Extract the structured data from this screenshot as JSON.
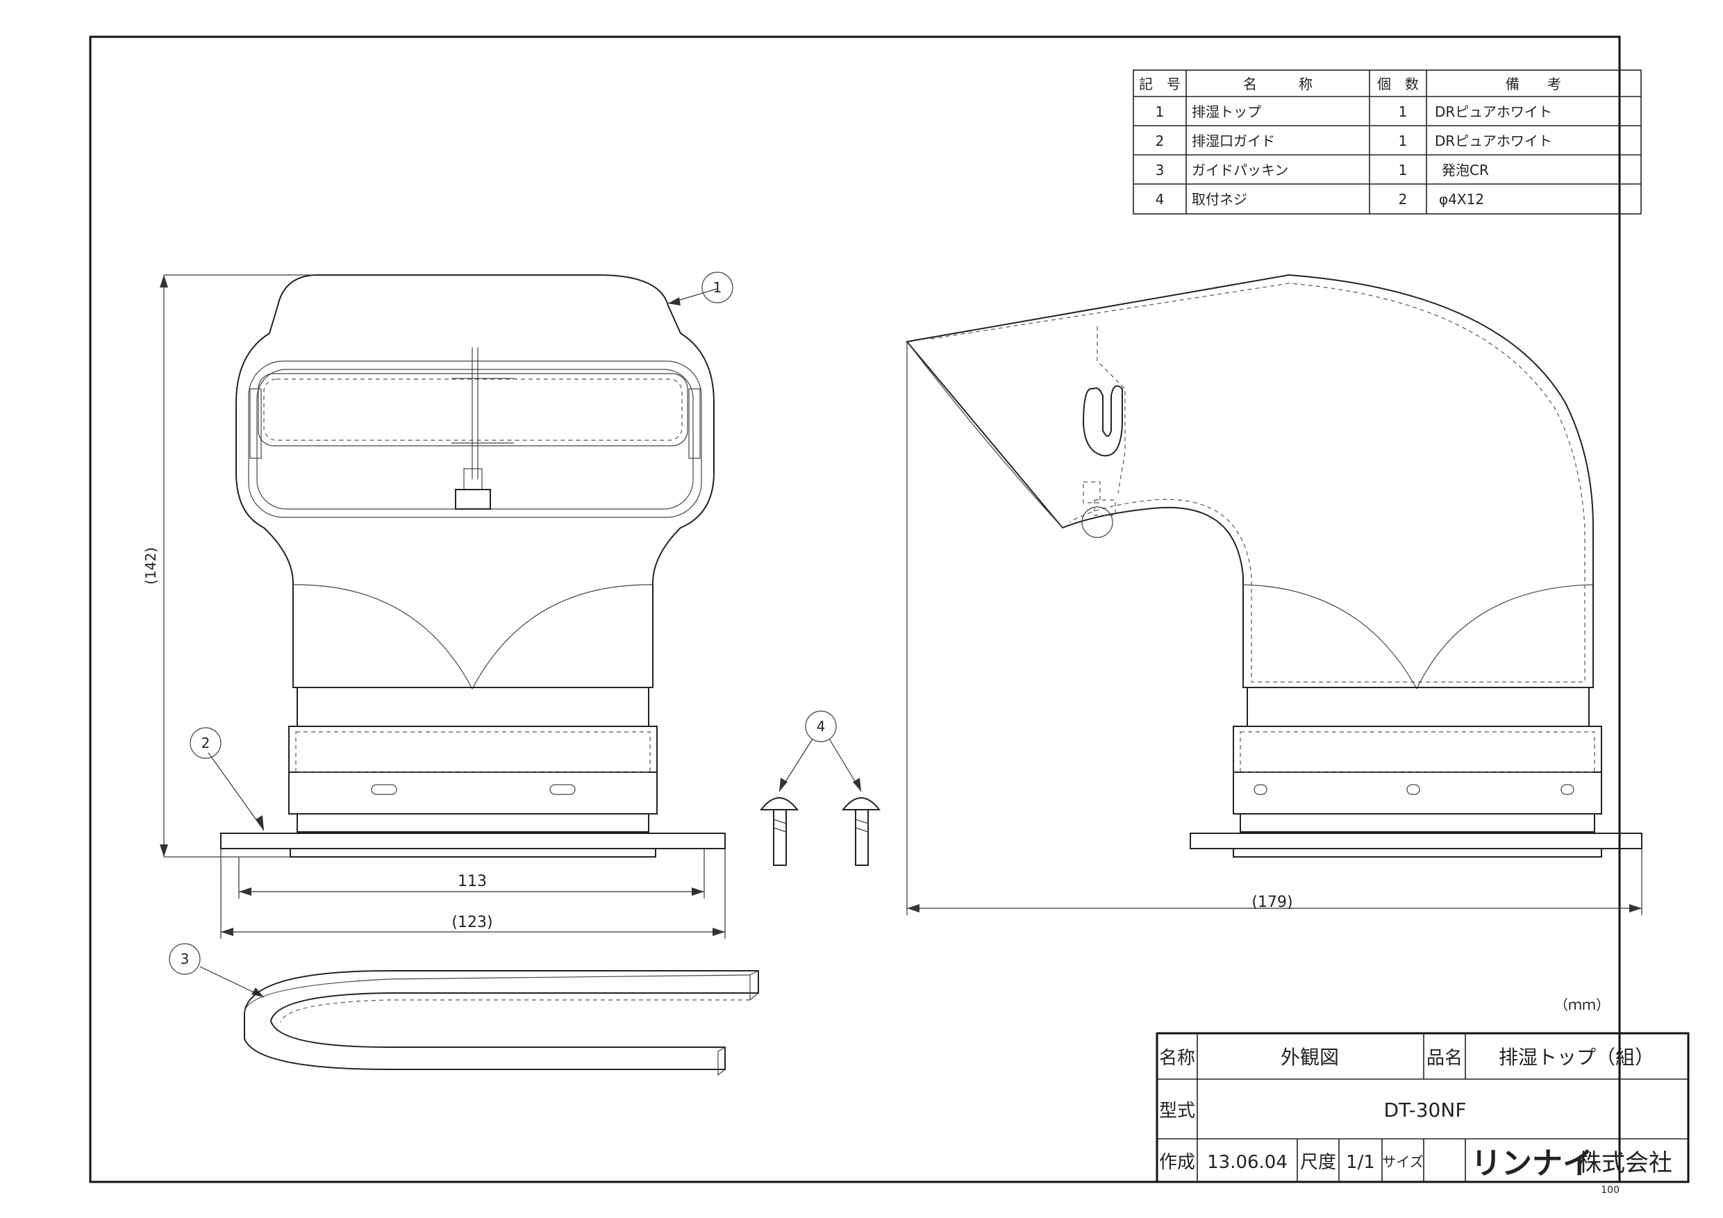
{
  "parts_table": {
    "headers": {
      "no": "記　号",
      "name": "名　　　称",
      "qty": "個　数",
      "note": "備　　考"
    },
    "rows": [
      {
        "no": "1",
        "name": "排湿トップ",
        "qty": "1",
        "note": "DRピュアホワイト"
      },
      {
        "no": "2",
        "name": "排湿口ガイド",
        "qty": "1",
        "note": "DRピュアホワイト"
      },
      {
        "no": "3",
        "name": "ガイドパッキン",
        "qty": "1",
        "note": "発泡CR"
      },
      {
        "no": "4",
        "name": "取付ネジ",
        "qty": "2",
        "note": "φ4X12"
      }
    ]
  },
  "callouts": {
    "c1": "1",
    "c2": "2",
    "c3": "3",
    "c4": "4"
  },
  "dimensions": {
    "height": "(142)",
    "inner_width": "113",
    "outer_width": "(123)",
    "side_depth": "(179)"
  },
  "unit_note": "（ｍｍ）",
  "title_block": {
    "name_label": "名称",
    "name_value": "外観図",
    "product_label": "品名",
    "product_value": "排湿トップ（組）",
    "model_label": "型式",
    "model_value": "DT-30NF",
    "created_label": "作成",
    "created_value": "13.06.04",
    "scale_label": "尺度",
    "scale_value": "1/1",
    "size_label": "サイズ",
    "company_logo": "リンナイ",
    "company_suffix": "株式会社"
  },
  "sheet_code": "100"
}
